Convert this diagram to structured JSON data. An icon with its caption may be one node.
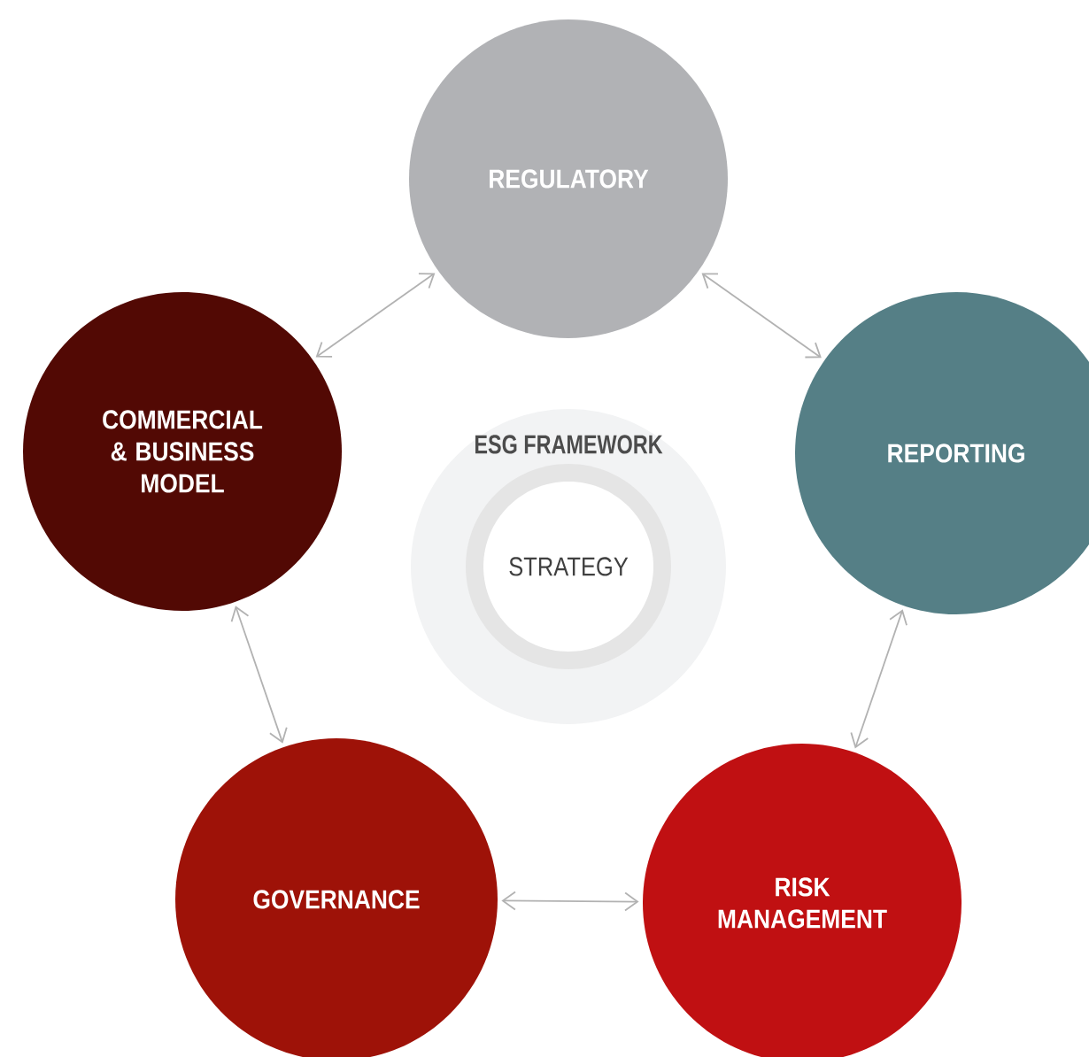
{
  "diagram": {
    "nodes": [
      {
        "text": [
          "REGULATORY"
        ]
      },
      {
        "text": [
          "REPORTING"
        ]
      },
      {
        "text": [
          "RISK MANAGEMENT"
        ]
      },
      {
        "text": [
          "GOVERNANCE"
        ]
      },
      {
        "text": [
          "COMMERCIAL & BUSINESS MODEL"
        ]
      },
      {
        "text": [
          "ESG FRAMEWORK"
        ]
      },
      {
        "text": [
          "STRATEGY"
        ],
        "in": 5
      }
    ],
    "edges": [
      {
        "from": 0,
        "to": 1,
        "arrow": "both"
      },
      {
        "from": 1,
        "to": 2,
        "arrow": "both"
      },
      {
        "from": 2,
        "to": 3,
        "arrow": "both"
      },
      {
        "from": 3,
        "to": 4,
        "arrow": "both"
      },
      {
        "from": 4,
        "to": 0,
        "arrow": "both"
      }
    ]
  }
}
